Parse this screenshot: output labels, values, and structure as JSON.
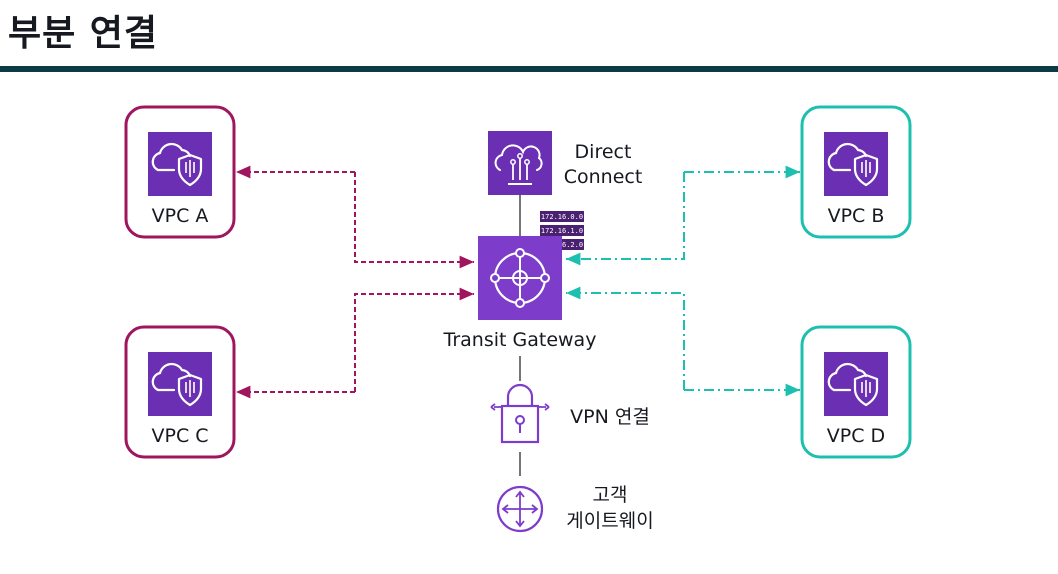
{
  "header": {
    "title": "부분 연결"
  },
  "nodes": {
    "vpc_a": "VPC A",
    "vpc_b": "VPC B",
    "vpc_c": "VPC C",
    "vpc_d": "VPC D",
    "direct_connect": [
      "Direct",
      "Connect"
    ],
    "transit_gateway": "Transit Gateway",
    "vpn": "VPN 연결",
    "customer_gateway": [
      "고객",
      "게이트웨이"
    ]
  },
  "route_tags": [
    "172.16.0.0",
    "172.16.1.0",
    "172.16.2.0"
  ],
  "colors": {
    "vpc_accent_left": "#a0165e",
    "vpc_accent_right": "#1dc0b0",
    "icon_fill": "#6b2fb3",
    "icon_stroke": "#7d3cc9",
    "rule": "#0c3a47"
  }
}
